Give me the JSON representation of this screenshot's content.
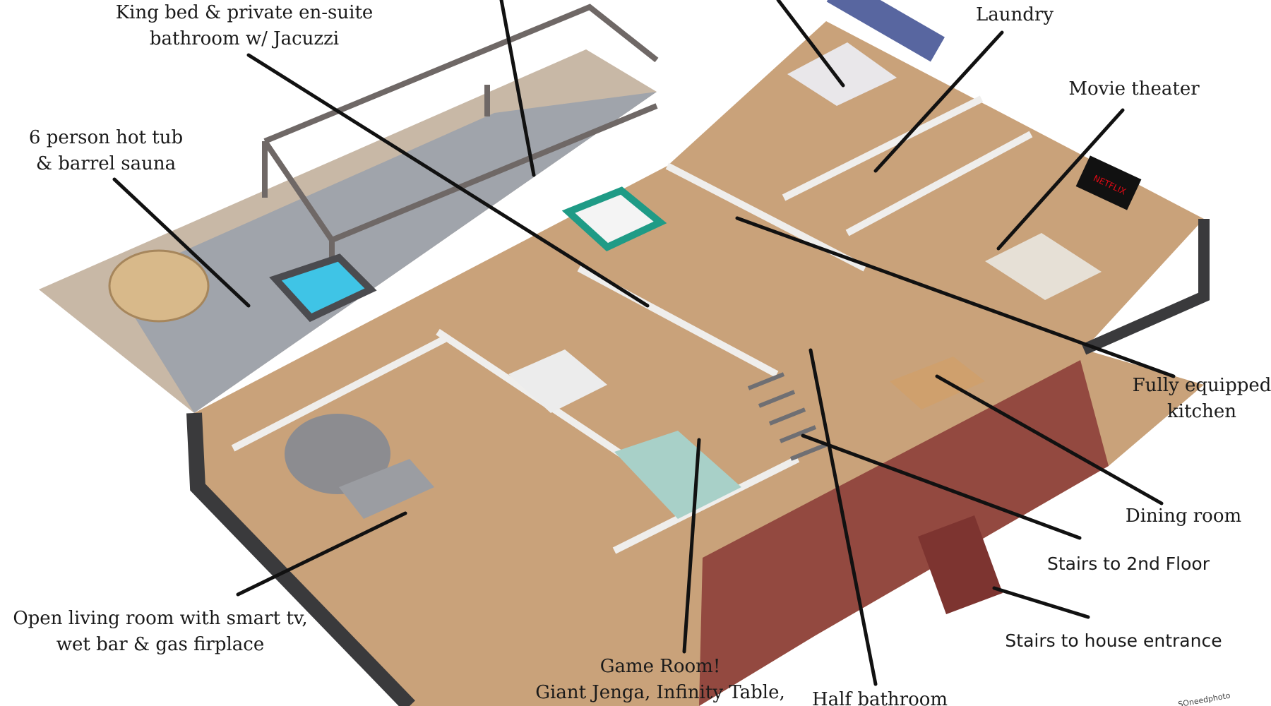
{
  "labels": {
    "master_suite": [
      "King bed & private en-suite",
      "bathroom w/ Jacuzzi"
    ],
    "hot_tub": [
      "6 person hot tub",
      "& barrel sauna"
    ],
    "laundry": "Laundry",
    "movie_theater": "Movie theater",
    "kitchen": [
      "Fully equipped",
      "kitchen"
    ],
    "dining": "Dining room",
    "stairs_2nd": "Stairs to 2nd Floor",
    "stairs_entrance": "Stairs to house entrance",
    "living_room": [
      "Open living room with smart tv,",
      "wet bar & gas firplace"
    ],
    "game_room": [
      "Game Room!",
      "Giant Jenga, Infinity Table,"
    ],
    "half_bath": "Half bathroom"
  },
  "tv_brand": "NETFLIX",
  "watermark": "SOneedphoto",
  "colors": {
    "wood": "#c9a27a",
    "patio": "#a0a4ab",
    "gravel": "#c8b8a6",
    "wall": "#3a3a3c",
    "hot_tub": "#3fc4e6",
    "sauna": "#d8b98a",
    "brick": "#8a3a36"
  }
}
